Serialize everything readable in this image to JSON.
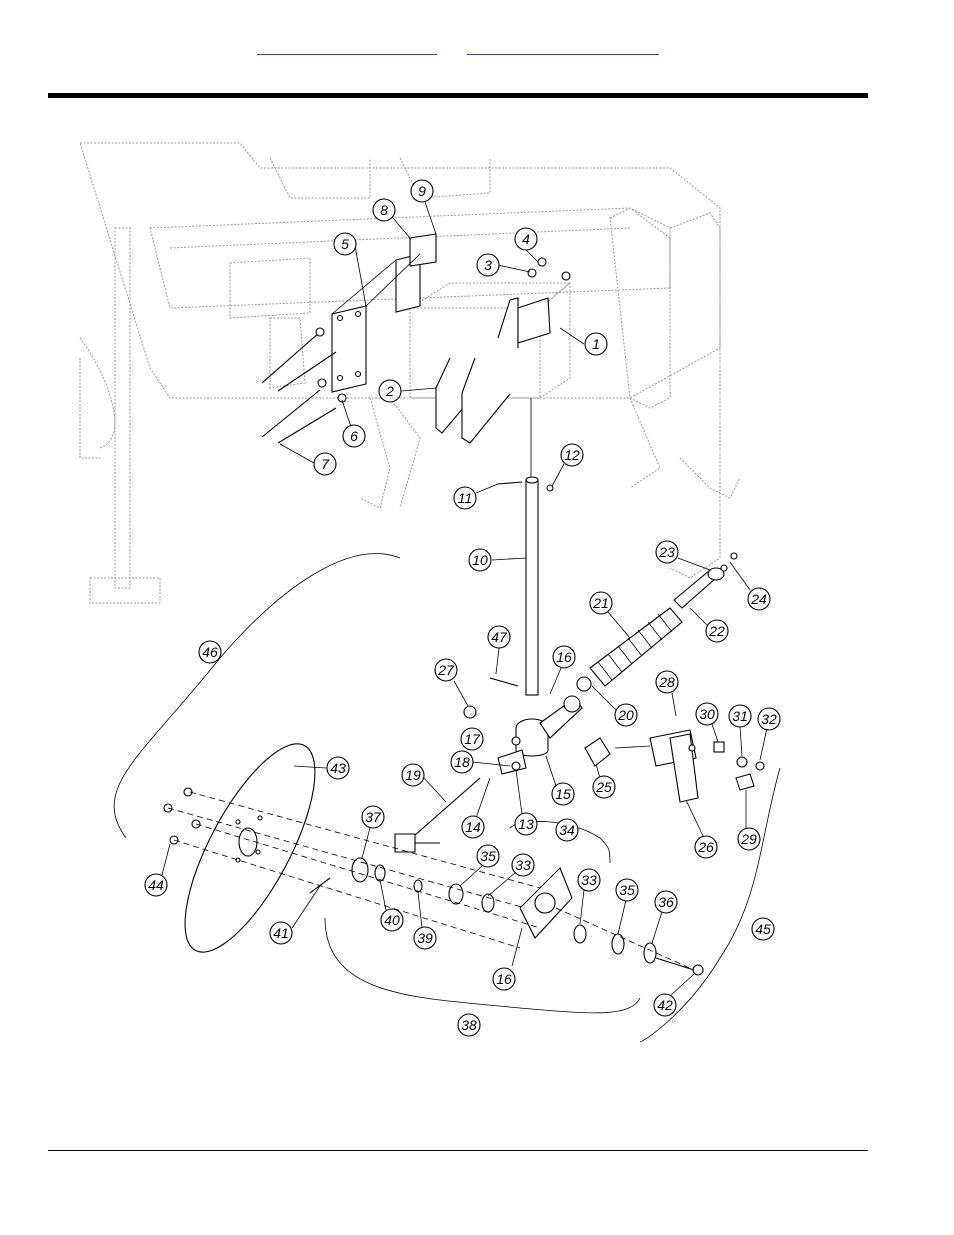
{
  "header": {
    "links": [
      "",
      ""
    ]
  },
  "diagram": {
    "callouts": [
      "1",
      "2",
      "3",
      "4",
      "5",
      "6",
      "7",
      "8",
      "9",
      "10",
      "11",
      "12",
      "13",
      "14",
      "15",
      "16",
      "17",
      "18",
      "19",
      "20",
      "21",
      "22",
      "23",
      "24",
      "25",
      "26",
      "27",
      "28",
      "29",
      "30",
      "31",
      "32",
      "33",
      "34",
      "35",
      "36",
      "37",
      "38",
      "39",
      "40",
      "41",
      "42",
      "43",
      "44",
      "45",
      "46",
      "47"
    ]
  }
}
